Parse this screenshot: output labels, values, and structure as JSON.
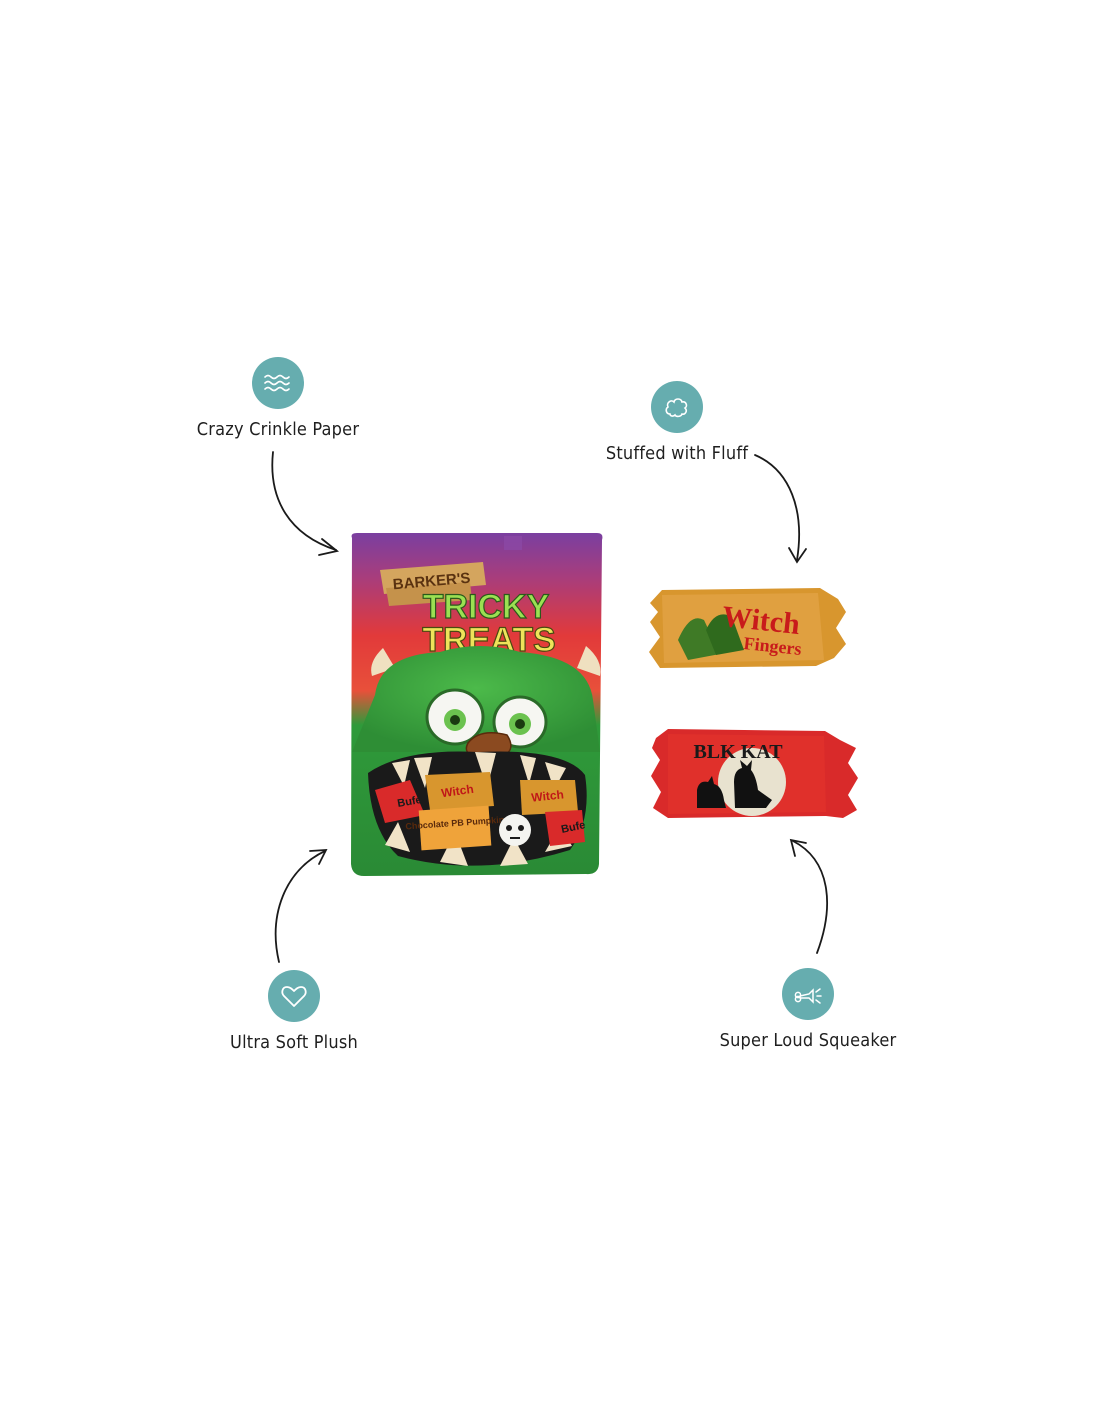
{
  "colors": {
    "badge": "#66adaf",
    "arrow": "#1a1a1a",
    "bag_top": "#7a3fa0",
    "bag_mid": "#e23a3a",
    "bag_bottom": "#2f9a3a",
    "monster_green": "#3aa63f",
    "treat_orange": "#d8962e",
    "treat_red": "#d92a2a"
  },
  "features": [
    {
      "id": "crinkle",
      "label": "Crazy Crinkle Paper",
      "icon": "waves-icon"
    },
    {
      "id": "fluff",
      "label": "Stuffed with Fluff",
      "icon": "cotton-ball-icon"
    },
    {
      "id": "plush",
      "label": "Ultra Soft Plush",
      "icon": "heart-icon"
    },
    {
      "id": "squeaker",
      "label": "Super Loud Squeaker",
      "icon": "squeaker-icon"
    }
  ],
  "products": {
    "bag": {
      "brand": "BARKER'S",
      "title_line1": "TRICKY",
      "title_line2": "TREATS",
      "mouth_labels": [
        "Bufe",
        "Witch",
        "Witch",
        "Chocolate PB Pumpkin",
        "Bufe"
      ]
    },
    "witch_treat": {
      "title": "Witch",
      "subtitle": "Fingers"
    },
    "cat_treat": {
      "title": "BLK KAT"
    }
  }
}
